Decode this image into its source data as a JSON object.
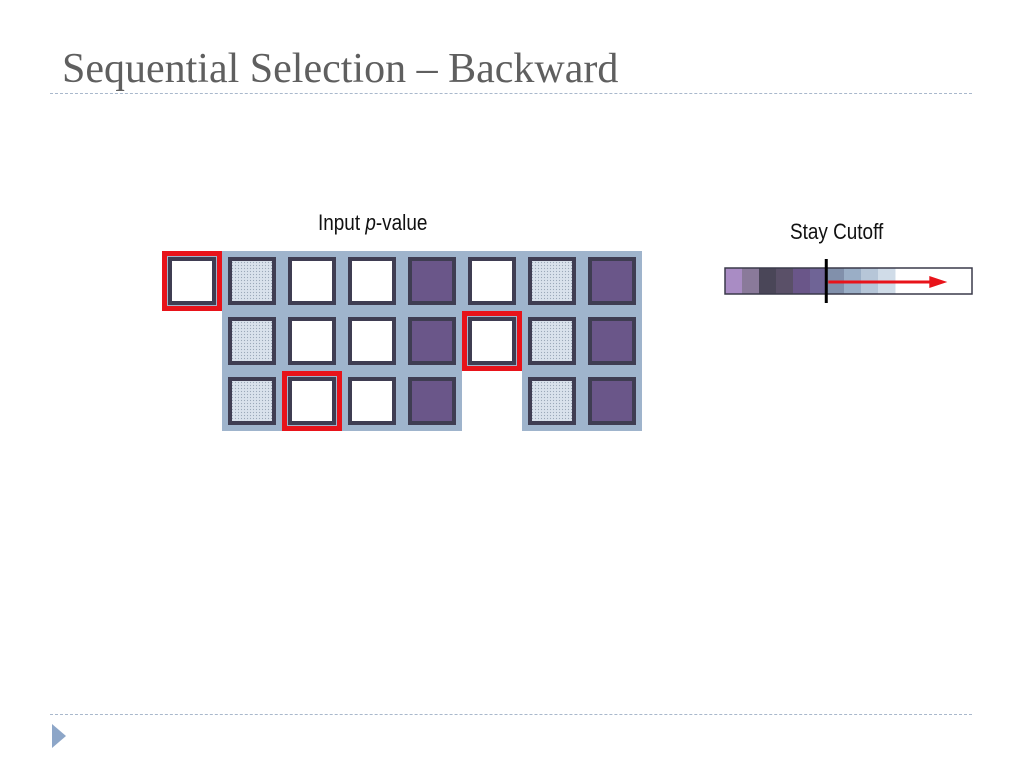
{
  "slide": {
    "title": "Sequential Selection – Backward"
  },
  "input_panel": {
    "label_prefix": "Input ",
    "label_italic": "p",
    "label_suffix": "-value",
    "columns": [
      {
        "cells": [
          "white",
          "empty",
          "empty"
        ]
      },
      {
        "cells": [
          "light",
          "light",
          "light"
        ]
      },
      {
        "cells": [
          "white",
          "white",
          "white"
        ]
      },
      {
        "cells": [
          "white",
          "white",
          "white"
        ]
      },
      {
        "cells": [
          "purple",
          "purple",
          "purple"
        ]
      },
      {
        "cells": [
          "white",
          "white",
          "empty"
        ]
      },
      {
        "cells": [
          "light",
          "light",
          "light"
        ]
      },
      {
        "cells": [
          "purple",
          "purple",
          "purple"
        ]
      }
    ],
    "selected": [
      {
        "col": 0,
        "row": 0
      },
      {
        "col": 5,
        "row": 1
      },
      {
        "col": 2,
        "row": 2
      }
    ],
    "colors": {
      "background": "#9fb4cc",
      "box_border": "#3f3d52",
      "white": "#ffffff",
      "light": "#d9e2ec",
      "purple": "#6a5689",
      "selected_border": "#e8131a"
    }
  },
  "stay_cutoff": {
    "label": "Stay Cutoff",
    "gradient_colors": [
      "#a98cc4",
      "#8a7a9a",
      "#4a4658",
      "#5a5068",
      "#6a5689",
      "#6f6496",
      "#8190ab",
      "#9aaec6",
      "#b6c6d8",
      "#d0dce8"
    ],
    "cutoff_fraction": 0.41,
    "arrow_end_fraction": 0.9,
    "colors": {
      "arrow": "#e8131a",
      "marker": "#000000",
      "frame": "#3a3a4a"
    }
  }
}
